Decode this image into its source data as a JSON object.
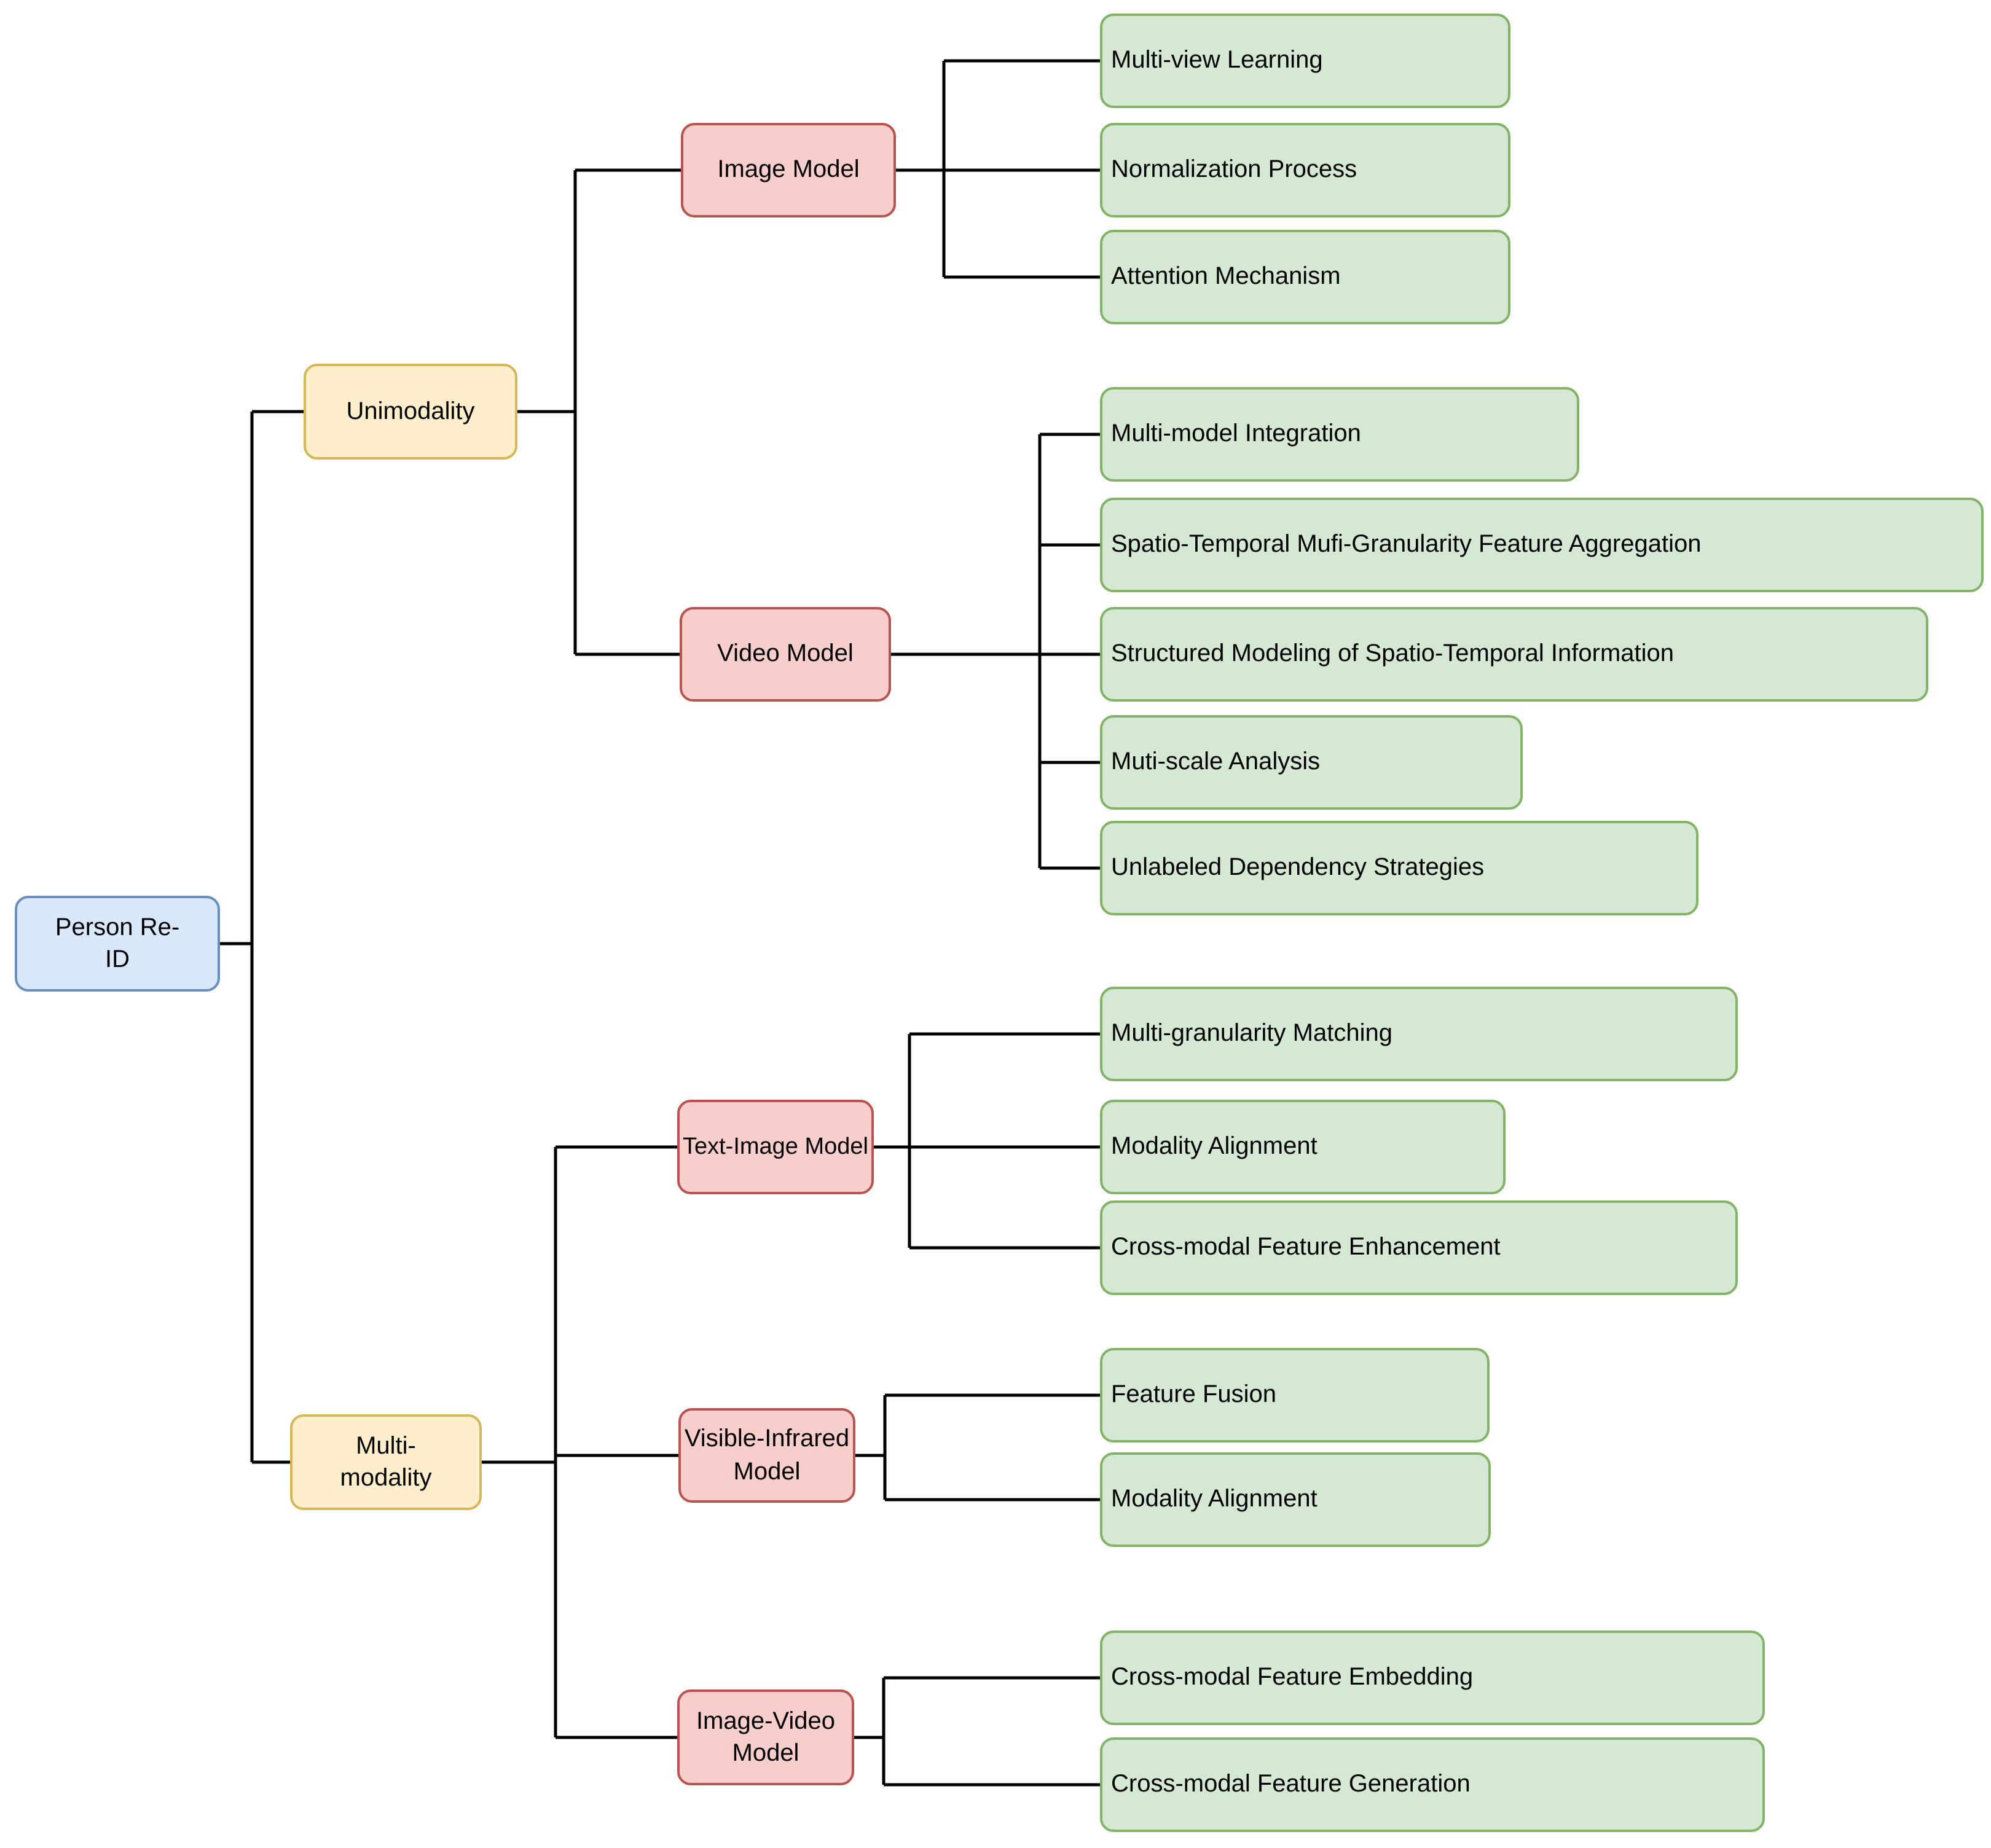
{
  "colors": {
    "root_fill": "#dae8fc",
    "root_stroke": "#6c8ebf",
    "branch_fill": "#ffeecb",
    "branch_stroke": "#d6b656",
    "model_fill": "#f8cecc",
    "model_stroke": "#b85450",
    "leaf_fill": "#d5e8d4",
    "leaf_stroke": "#82b366",
    "connector": "#000000"
  },
  "nodes": {
    "root": {
      "lines": [
        "Person Re-",
        "ID"
      ]
    },
    "unimodality": {
      "label": "Unimodality"
    },
    "multimodality": {
      "lines": [
        "Multi-",
        "modality"
      ]
    },
    "image_model": {
      "label": "Image Model"
    },
    "video_model": {
      "label": "Video Model"
    },
    "text_image_model": {
      "label": "Text-Image Model"
    },
    "visible_infrared_model": {
      "lines": [
        "Visible-Infrared",
        "Model"
      ]
    },
    "image_video_model": {
      "lines": [
        "Image-Video",
        "Model"
      ]
    },
    "multi_view_learning": {
      "label": "Multi-view Learning"
    },
    "normalization_process": {
      "label": "Normalization Process"
    },
    "attention_mechanism": {
      "label": "Attention Mechanism"
    },
    "multi_model_integration": {
      "label": "Multi-model Integration"
    },
    "spatio_temporal_aggregation": {
      "label": "Spatio-Temporal Mufi-Granularity Feature Aggregation"
    },
    "structured_modeling": {
      "label": "Structured Modeling of Spatio-Temporal Information"
    },
    "muti_scale_analysis": {
      "label": "Muti-scale Analysis"
    },
    "unlabeled_dependency": {
      "label": "Unlabeled Dependency Strategies"
    },
    "multi_granularity_matching": {
      "label": "Multi-granularity Matching"
    },
    "modality_alignment_text_image": {
      "label": "Modality Alignment"
    },
    "cross_modal_enhancement": {
      "label": "Cross-modal Feature Enhancement"
    },
    "feature_fusion": {
      "label": "Feature Fusion"
    },
    "modality_alignment_visible_infrared": {
      "label": "Modality Alignment"
    },
    "cross_modal_embedding": {
      "label": "Cross-modal Feature Embedding"
    },
    "cross_modal_generation": {
      "label": "Cross-modal Feature Generation"
    }
  }
}
